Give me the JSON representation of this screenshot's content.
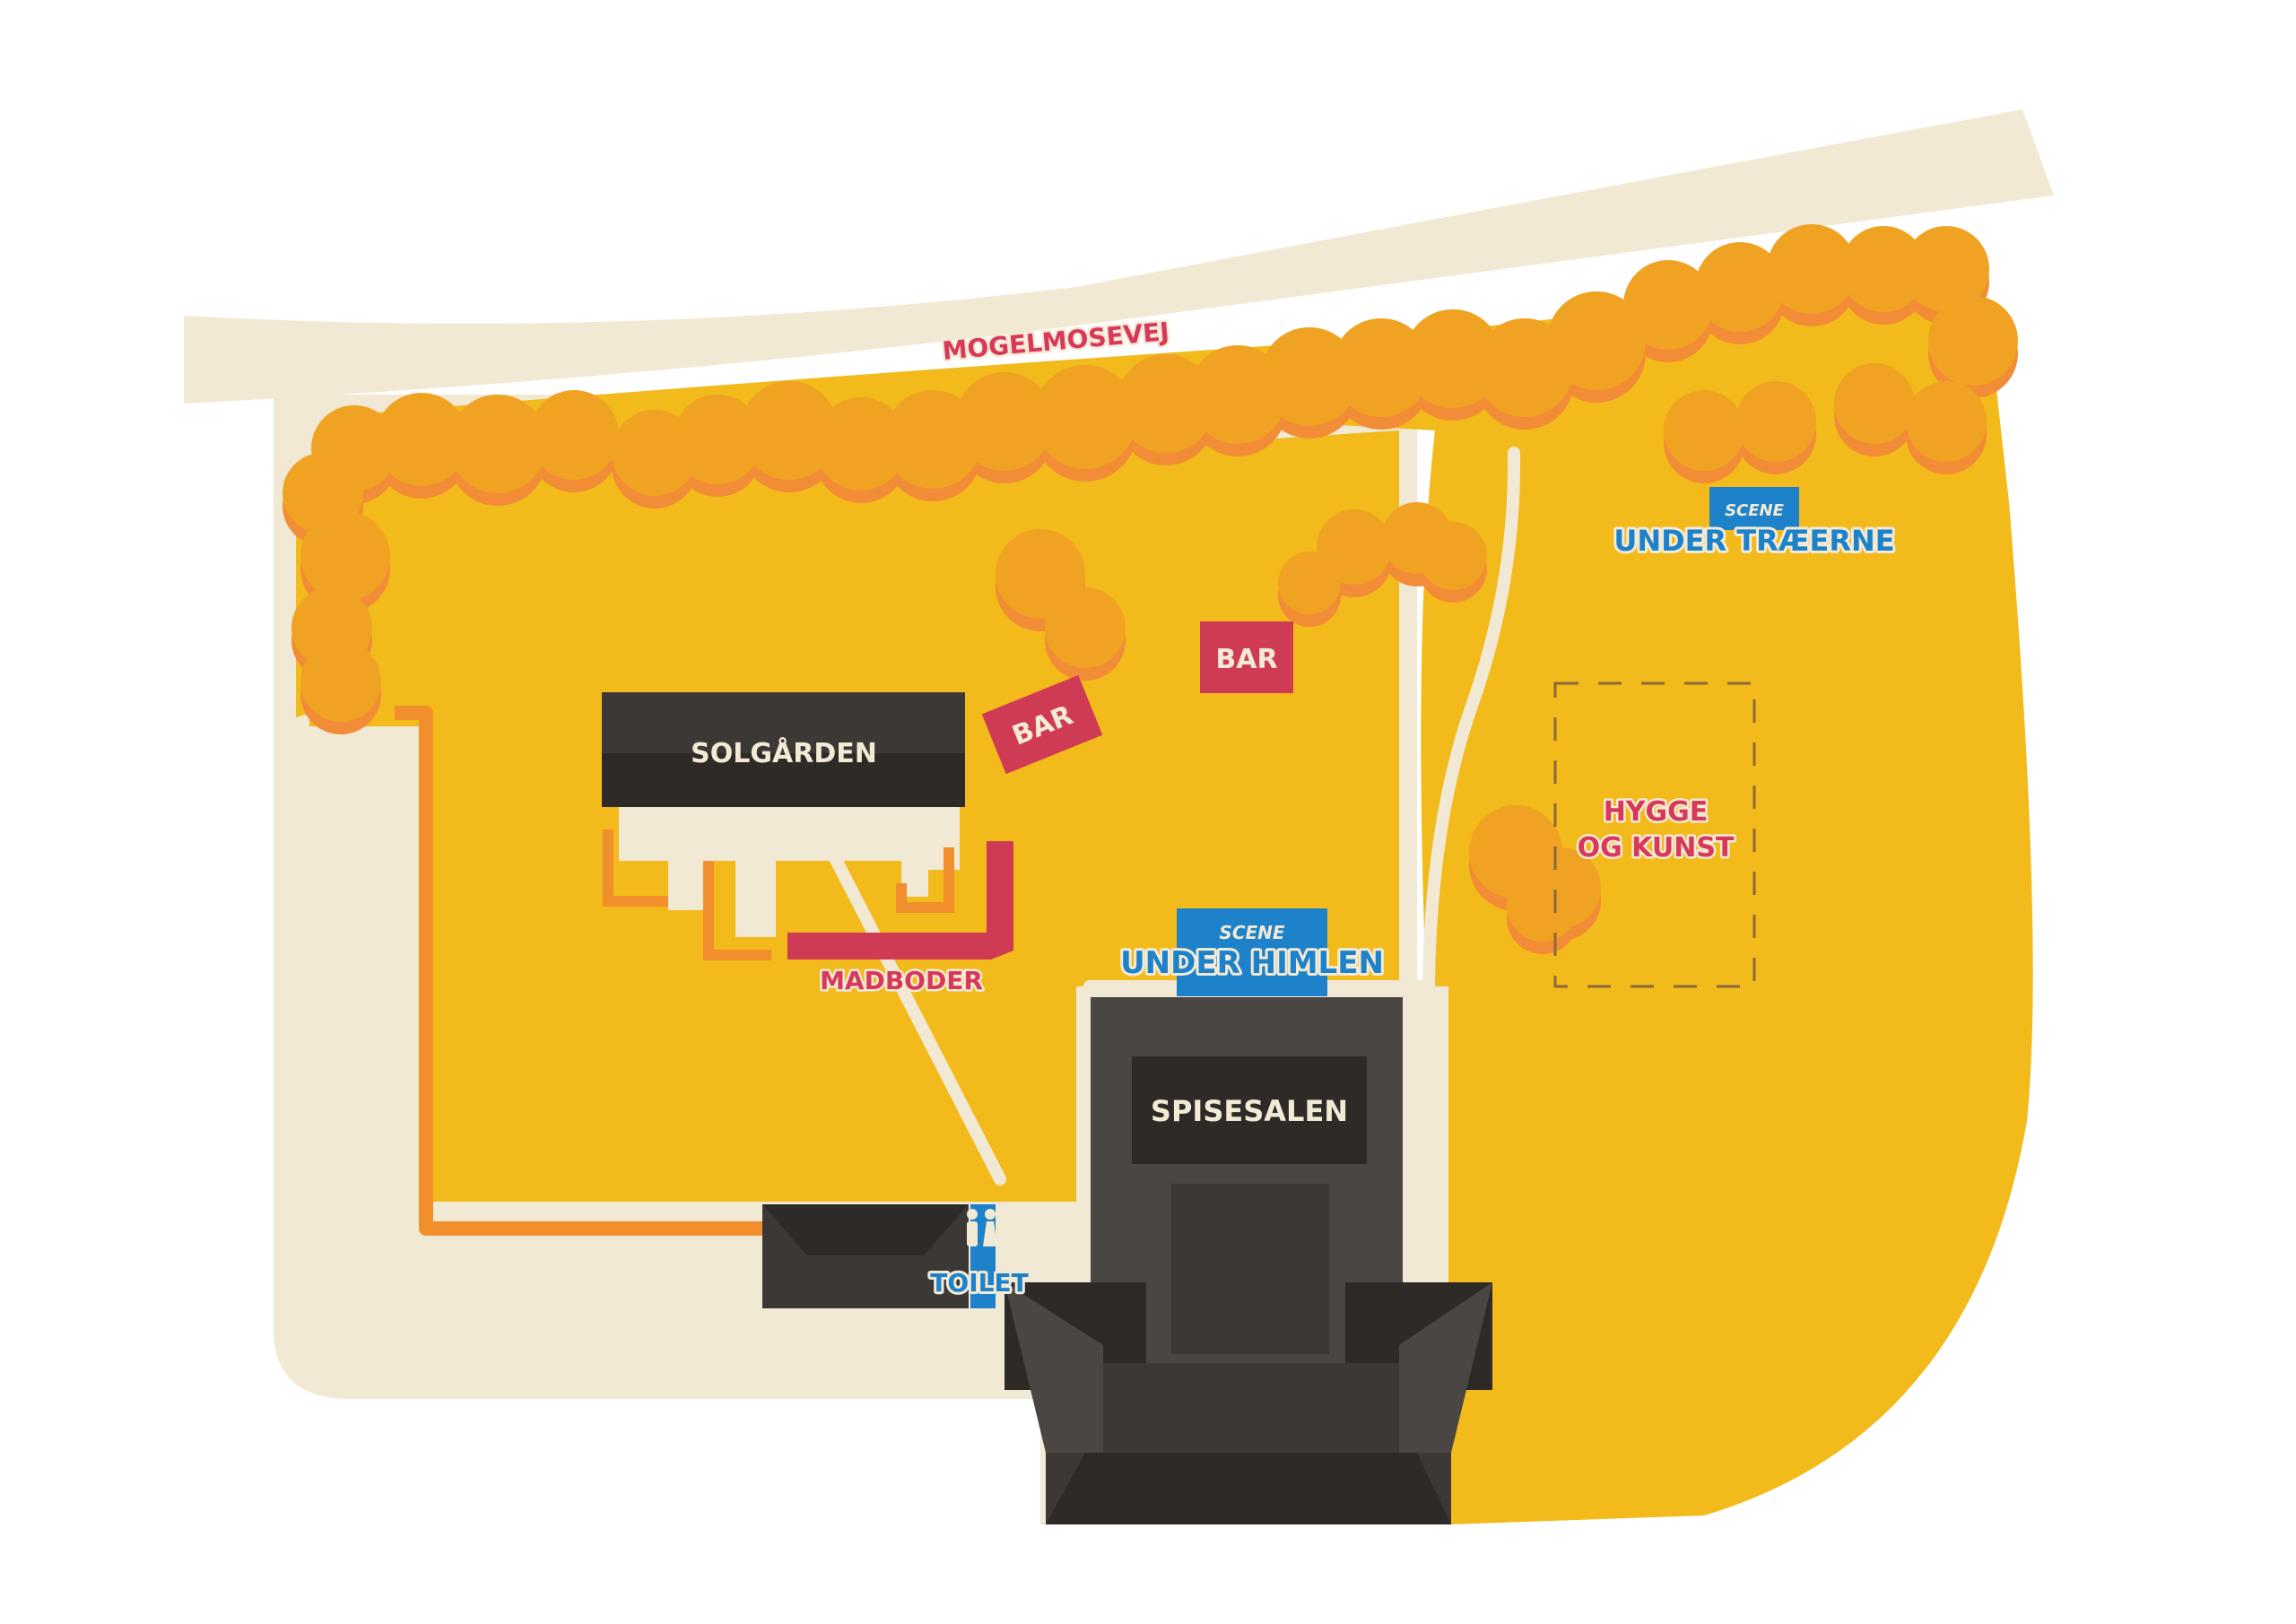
{
  "colors": {
    "background": "#ffffff",
    "road": "#f1e9d4",
    "grass": "#f2ba1b",
    "tree": "#f0a322",
    "tree_shadow": "#f28c36",
    "building": "#3b3836",
    "building_dark": "#2d2a28",
    "building_light": "#4a4644",
    "bar": "#cf3a55",
    "stage": "#1d82c9",
    "label_red": "#d8385a",
    "label_blue": "#1d82c9",
    "path_orange": "#f08f2c"
  },
  "road": {
    "name": "MOGELMOSEVEJ"
  },
  "buildings": {
    "solgaarden": "SOLGÅRDEN",
    "spisesalen": "SPISESALEN",
    "toilet": "TOILET"
  },
  "bars": [
    "BAR",
    "BAR"
  ],
  "stages": {
    "under_traeerne": {
      "tag": "SCENE",
      "name": "UNDER TRÆERNE"
    },
    "under_himlen": {
      "tag": "SCENE",
      "name": "UNDER HIMLEN"
    }
  },
  "areas": {
    "madboder": "MADBODER",
    "hygge_line1": "HYGGE",
    "hygge_line2": "OG KUNST"
  },
  "icons": {
    "toilet": "restroom-icon"
  }
}
